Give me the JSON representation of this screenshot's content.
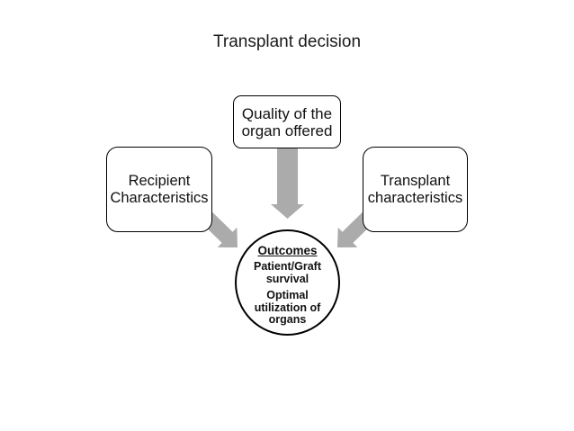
{
  "title": "Transplant decision",
  "colors": {
    "background": "#ffffff",
    "arrow": "#ababab",
    "node_border": "#000000",
    "node_fill": "#ffffff",
    "text": "#111111"
  },
  "nodes": {
    "quality": {
      "label": "Quality of the\norgan offered"
    },
    "recipient": {
      "label": "Recipient\nCharacteristics"
    },
    "transplant": {
      "label": "Transplant\ncharacteristics"
    },
    "outcomes": {
      "heading": "Outcomes",
      "items": [
        "Patient/Graft\nsurvival",
        "Optimal\nutilization of\norgans"
      ]
    }
  },
  "arrows": [
    {
      "from": "quality",
      "to": "outcomes"
    },
    {
      "from": "recipient",
      "to": "outcomes"
    },
    {
      "from": "transplant",
      "to": "outcomes"
    }
  ]
}
